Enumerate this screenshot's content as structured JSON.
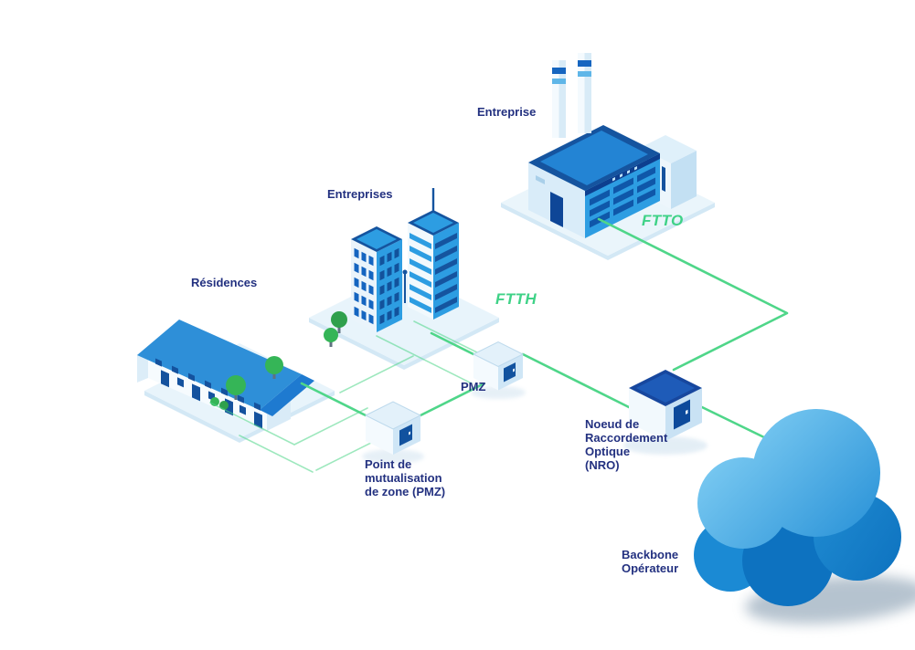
{
  "diagram": {
    "type": "isometric-network-diagram",
    "background": "#FFFFFF",
    "nodes": {
      "factory": {
        "label": "Entreprise",
        "icon": "factory-icon"
      },
      "offices": {
        "label": "Entreprises",
        "icon": "office-towers-icon"
      },
      "residences": {
        "label": "Résidences",
        "icon": "houses-icon"
      },
      "pmz": {
        "label": "PMZ",
        "icon": "street-cabinet-icon"
      },
      "pmz_zone": {
        "lines": [
          "Point de",
          "mutualisation",
          "de zone (PMZ)"
        ],
        "icon": "street-cabinet-icon"
      },
      "nro": {
        "lines": [
          "Noeud de",
          "Raccordement",
          "Optique",
          "(NRO)"
        ],
        "icon": "street-cabinet-icon"
      },
      "backbone": {
        "lines": [
          "Backbone",
          "Opérateur"
        ],
        "icon": "cloud-icon"
      }
    },
    "links": {
      "ftto": "FTTO",
      "ftth": "FTTH"
    },
    "colors": {
      "label_text": "#233180",
      "link_green": "#4FD689",
      "building_blue": "#2D9DE2",
      "dark_blue": "#15549F",
      "platform": "#E8F4FB",
      "cloud_top": "#7FCDF3",
      "cloud_bottom": "#0B6FBD"
    }
  }
}
